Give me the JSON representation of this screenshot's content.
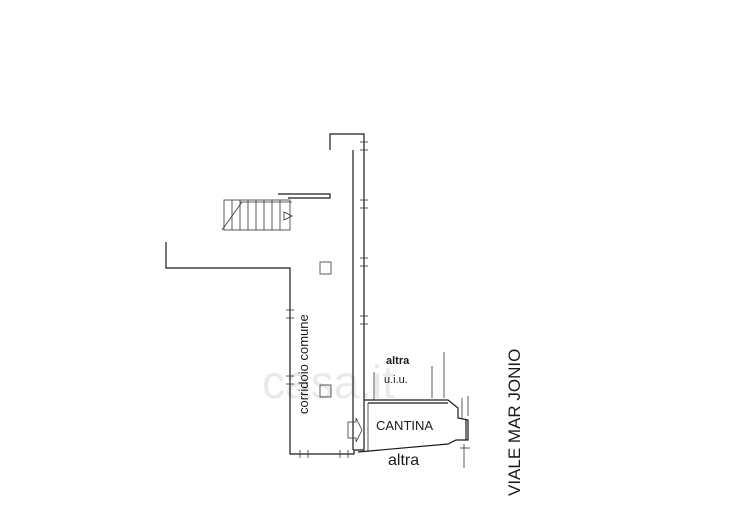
{
  "labels": {
    "corridor": "corridoio comune",
    "other_unit_line1": "altra",
    "other_unit_line2": "u.i.u.",
    "cellar": "CANTINA",
    "other_bottom": "altra",
    "street": "VIALE MAR JONIO"
  },
  "watermark": "casa.it",
  "colors": {
    "line": "#1a1a1a",
    "background": "#ffffff",
    "watermark": "#d8d8d8"
  }
}
